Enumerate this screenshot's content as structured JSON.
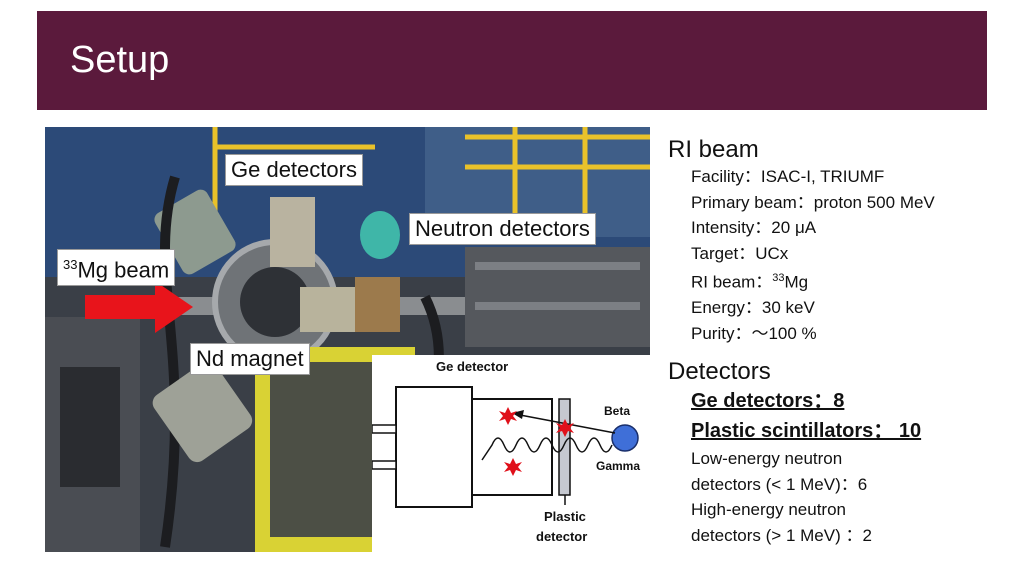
{
  "slide": {
    "title": "Setup",
    "colors": {
      "banner": "#5b1a3c",
      "arrow": "#e8141b",
      "beta": "#3f6fd8",
      "star": "#e0101a"
    }
  },
  "photo": {
    "callouts": {
      "ge": "Ge detectors",
      "neutron": "Neutron detectors",
      "beam_mass": "33",
      "beam_label": "Mg beam",
      "magnet": "Nd magnet"
    },
    "arrow_icon": "red-arrow-right"
  },
  "schematic": {
    "ge_label": "Ge detector",
    "beta_label": "Beta",
    "gamma_label": "Gamma",
    "plastic_label_1": "Plastic",
    "plastic_label_2": "detector"
  },
  "ri_beam": {
    "heading": "RI beam",
    "facility": "Facility：ISAC-I, TRIUMF",
    "primary": "Primary beam：proton  500 MeV",
    "intensity": "Intensity：20 μA",
    "target": "Target：UCx",
    "ri_prefix": "RI beam：",
    "ri_mass": "33",
    "ri_elem": "Mg",
    "energy": "Energy：30 keV",
    "purity": "Purity：～100 %"
  },
  "detectors": {
    "heading": "Detectors",
    "ge": "Ge detectors：8",
    "plastic": "Plastic scintillators： 10",
    "low_1": "Low-energy neutron",
    "low_2": "detectors (< 1 MeV)：6",
    "high_1": "High-energy neutron",
    "high_2": "detectors (> 1 MeV) ：2"
  }
}
